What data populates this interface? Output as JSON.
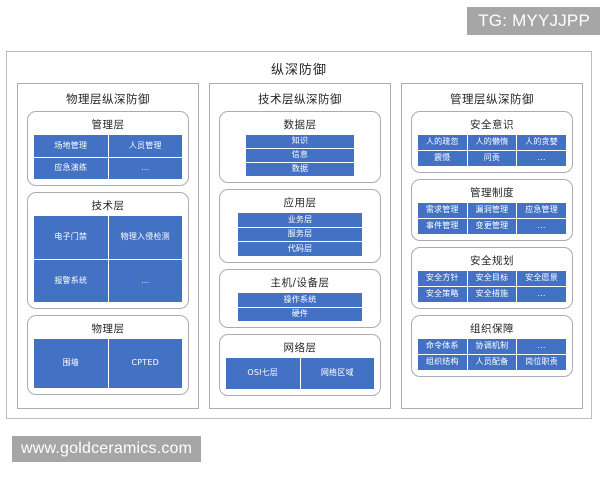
{
  "watermarks": {
    "top_right": "TG: MYYJJPP",
    "bottom_left": "www.goldceramics.com"
  },
  "diagram": {
    "title": "纵深防御",
    "accent_color": "#4372c4",
    "border_color": "#a9acb2",
    "columns": [
      {
        "id": "physical",
        "title": "物理层纵深防御",
        "groups": [
          {
            "id": "physical-management",
            "title": "管理层",
            "cols": 2,
            "cells": [
              "场地管理",
              "人员管理",
              "应急演练",
              "..."
            ]
          },
          {
            "id": "physical-technical",
            "title": "技术层",
            "cols": 2,
            "cells": [
              "电子门禁",
              "物理入侵检测",
              "报警系统",
              "..."
            ]
          },
          {
            "id": "physical-physical",
            "title": "物理层",
            "cols": 2,
            "cells": [
              "围墙",
              "CPTED"
            ]
          }
        ]
      },
      {
        "id": "technical",
        "title": "技术层纵深防御",
        "groups": [
          {
            "id": "tech-data",
            "title": "数据层",
            "cols": 1,
            "narrow": "narrow",
            "cells": [
              "知识",
              "信息",
              "数据"
            ]
          },
          {
            "id": "tech-application",
            "title": "应用层",
            "cols": 1,
            "narrow": "narrow2",
            "cells": [
              "业务层",
              "服务层",
              "代码层"
            ]
          },
          {
            "id": "tech-host-device",
            "title": "主机/设备层",
            "cols": 1,
            "narrow": "narrow2",
            "cells": [
              "操作系统",
              "硬件"
            ]
          },
          {
            "id": "tech-network",
            "title": "网络层",
            "cols": 2,
            "cells": [
              "OSI七层",
              "网络区域"
            ]
          }
        ]
      },
      {
        "id": "management",
        "title": "管理层纵深防御",
        "groups": [
          {
            "id": "mgmt-security-awareness",
            "title": "安全意识",
            "cols": 3,
            "cells": [
              "人的疏忽",
              "人的懒惰",
              "人的贪婪",
              "震慑",
              "问责",
              "..."
            ]
          },
          {
            "id": "mgmt-management-system",
            "title": "管理制度",
            "cols": 3,
            "cells": [
              "需求管理",
              "漏洞管理",
              "应急管理",
              "事件管理",
              "变更管理",
              "..."
            ]
          },
          {
            "id": "mgmt-security-planning",
            "title": "安全规划",
            "cols": 3,
            "cells": [
              "安全方针",
              "安全目标",
              "安全愿景",
              "安全策略",
              "安全措施",
              "..."
            ]
          },
          {
            "id": "mgmt-organization",
            "title": "组织保障",
            "cols": 3,
            "cells": [
              "命令体系",
              "协调机制",
              "...",
              "组织结构",
              "人员配备",
              "岗位职责"
            ]
          }
        ]
      }
    ]
  }
}
